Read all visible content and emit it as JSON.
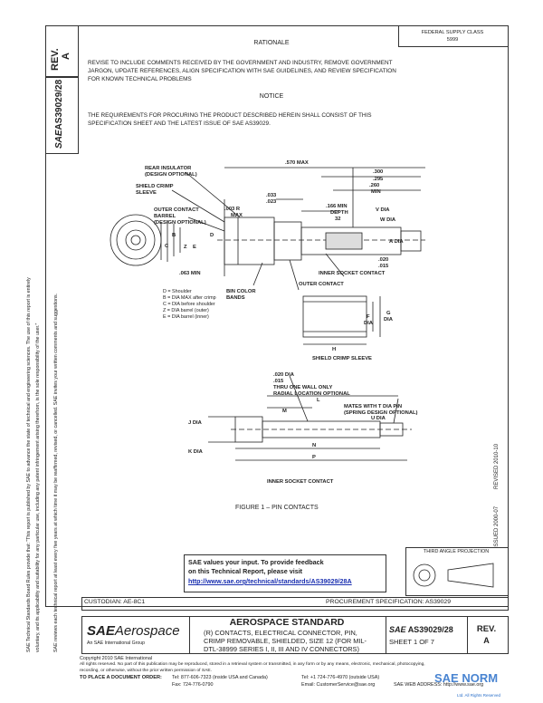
{
  "left_margin": {
    "text1": "SAE Technical Standards Board Rules provide that: “This report is published by SAE to advance the state of technical and engineering sciences. The use of this report is entirely",
    "text2": "voluntary, and its applicability and suitability for any particular use, including any patent infringement arising therefrom, is the sole responsibility of the user.”",
    "text3": "SAE reviews each technical report at least every five years at which time it may be reaffirmed, revised, or cancelled. SAE invites your written comments and suggestions."
  },
  "top_right_box": {
    "line1": "FEDERAL SUPPLY CLASS",
    "line2": "5999"
  },
  "rev_header": {
    "label": "REV.",
    "value": "A"
  },
  "doc_spine": {
    "logo": "SAE",
    "number": "AS39029/28"
  },
  "rationale": {
    "title": "RATIONALE",
    "lines": [
      "REVISE TO INCLUDE COMMENTS RECEIVED BY THE GOVERNMENT AND INDUSTRY, REMOVE GOVERNMENT",
      "JARGON, UPDATE REFERENCES, ALIGN SPECIFICATION WITH SAE GUIDELINES, AND REVIEW SPECIFICATION",
      "FOR KNOWN TECHNICAL PROBLEMS"
    ]
  },
  "notice": {
    "title": "NOTICE",
    "lines": [
      "THE REQUIREMENTS FOR PROCURING THE PRODUCT DESCRIBED HEREIN SHALL CONSIST OF THIS",
      "SPECIFICATION SHEET AND THE LATEST ISSUE OF SAE AS39029."
    ]
  },
  "drawing": {
    "rear_insulator": "REAR INSULATOR",
    "design_optional_1": "(DESIGN OPTIONAL)",
    "shield_crimp_sleeve": "SHIELD CRIMP",
    "sleeve": "SLEEVE",
    "outer_contact_barrel": "OUTER CONTACT",
    "barrel": "BARREL",
    "design_optional_2": "(DESIGN OPTIONAL)",
    "dim_570": ".570  MAX",
    "dim_300": ".300",
    "dim_295": ".295",
    "dim_260": ".260",
    "dim_min": "MIN",
    "dim_033": ".033",
    "dim_023": ".023",
    "dim_003r": ".003 R",
    "dim_max": "MAX",
    "dim_166": ".166 MIN",
    "dim_depth": "DEPTH",
    "dim_32": "32",
    "v_dia": "V DIA",
    "w_dia": "W DIA",
    "a_dia": "A DIA",
    "dim_020": ".020",
    "dim_015": ".015",
    "inner_socket_contact": "INNER SOCKET CONTACT",
    "outer_contact": "OUTER CONTACT",
    "dim_063": ".063 MIN",
    "bin_color": "BIN COLOR",
    "bands": "BANDS",
    "letter_d": "D",
    "letter_b": "B",
    "letter_c": "C",
    "letter_z": "Z",
    "letter_e": "E",
    "legend": [
      "D = Shoulder",
      "B = DIA MAX after crimp",
      "C = DIA before shoulder",
      "Z = DIA barrel (outer)",
      "E = DIA barrel (inner)"
    ],
    "f_dia": "F",
    "f_dia2": "DIA",
    "g_dia": "G",
    "g_dia2": "DIA",
    "h": "H",
    "shield_crimp_sleeve_title": "SHIELD CRIMP SLEEVE",
    "dim_020b": ".020 DIA",
    "dim_015b": ".015",
    "thru_one_wall": "THRU ONE WALL ONLY",
    "radial_location": "RADIAL LOCATION OPTIONAL",
    "mates_with": "MATES WITH  T DIA PIN",
    "spring_design": "(SPRING DESIGN OPTIONAL)",
    "u_dia": "U DIA",
    "j_dia": "J DIA",
    "k_dia": "K DIA",
    "l": "L",
    "m": "M",
    "n": "N",
    "p": "P",
    "inner_socket_title": "INNER SOCKET  CONTACT",
    "figure_caption": "FIGURE 1 – PIN CONTACTS"
  },
  "right_spine": {
    "issued": "ISSUED 2000-07",
    "revised": "REVISED 2010-10"
  },
  "third_angle": "THIRD ANGLE PROJECTION",
  "feedback": {
    "line1": "SAE values your input. To provide feedback",
    "line2": "on this Technical Report, please visit",
    "link": "http://www.sae.org/technical/standards/AS39029/28A"
  },
  "custodian": "CUSTODIAN: AE-8C1",
  "procurement": "PROCUREMENT SPECIFICATION: AS39029",
  "title_block": {
    "brand_sae": "SAE",
    "brand_aero": "Aerospace",
    "brand_sub": "An SAE International Group",
    "std_title": "AEROSPACE STANDARD",
    "desc": [
      "(R) CONTACTS, ELECTRICAL CONNECTOR, PIN,",
      "CRIMP REMOVABLE, SHIELDED, SIZE 12 (FOR MIL-",
      "DTL-38999 SERIES I, II, III AND IV CONNECTORS)"
    ],
    "doc_logo": "SAE",
    "doc_number": "AS39029/28",
    "sheet": "SHEET 1 OF 7",
    "rev_label": "REV.",
    "rev_value": "A"
  },
  "footer": {
    "copyright": "Copyright 2010 SAE International",
    "rights": "All rights reserved. No part of this publication may be reproduced, stored in a retrieval system or transmitted, in any form or by any means, electronic, mechanical, photocopying,",
    "rights2": "recording, or otherwise, without the prior written permission of SAE.",
    "order_label": "TO PLACE A DOCUMENT ORDER:",
    "tel1": "Tel:  877-606-7323 (inside USA and Canada)",
    "tel2": "Tel:  +1 724-776-4970 (outside USA)",
    "fax": "Fax: 724-776-0790",
    "email": "Email: CustomerService@sae.org",
    "web": "SAE WEB ADDRESS:  http://www.sae.org",
    "watermark": "SAE NORM",
    "watermark_sub": "Ltd. All Rights Reserved"
  },
  "colors": {
    "link": "#1a2fb0",
    "watermark": "#2a6fc9",
    "ink": "#222222"
  }
}
